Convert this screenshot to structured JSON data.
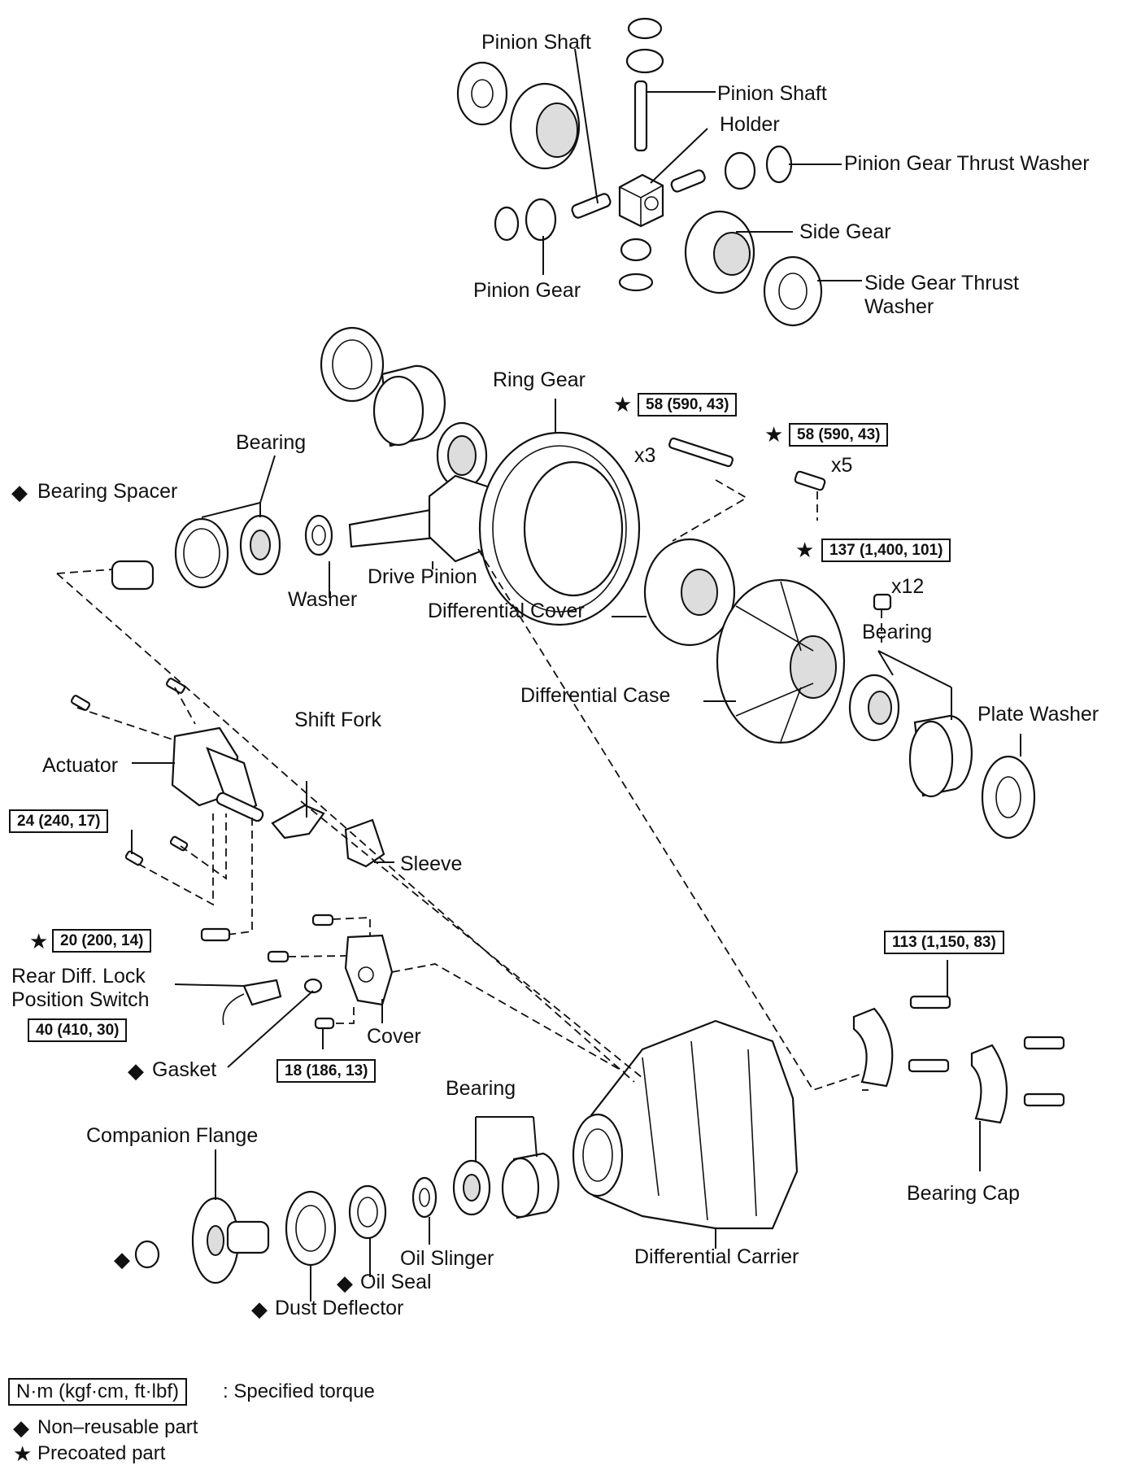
{
  "labels": {
    "pinion_shaft_top": "Pinion Shaft",
    "pinion_shaft_right": "Pinion Shaft",
    "holder": "Holder",
    "pinion_gear_thrust_washer": "Pinion Gear Thrust Washer",
    "side_gear": "Side Gear",
    "side_gear_thrust_washer": "Side Gear Thrust\nWasher",
    "pinion_gear": "Pinion Gear",
    "ring_gear": "Ring Gear",
    "bearing_top": "Bearing",
    "bearing_spacer": "Bearing Spacer",
    "washer": "Washer",
    "drive_pinion": "Drive Pinion",
    "differential_cover": "Differential Cover",
    "bearing_right": "Bearing",
    "differential_case": "Differential Case",
    "plate_washer": "Plate Washer",
    "shift_fork": "Shift Fork",
    "actuator": "Actuator",
    "sleeve": "Sleeve",
    "rear_diff_lock_switch": "Rear Diff. Lock\nPosition Switch",
    "cover": "Cover",
    "gasket": "Gasket",
    "bearing_bottom": "Bearing",
    "companion_flange": "Companion Flange",
    "oil_slinger": "Oil Slinger",
    "oil_seal": "Oil Seal",
    "dust_deflector": "Dust Deflector",
    "differential_carrier": "Differential Carrier",
    "bearing_cap": "Bearing Cap"
  },
  "torques": {
    "ring_gear_bolt_a": "58 (590, 43)",
    "ring_gear_bolt_b": "58 (590, 43)",
    "case_bolt": "137 (1,400, 101)",
    "actuator_bolt": "24 (240, 17)",
    "shift_fork_bolt": "20 (200, 14)",
    "switch": "40 (410, 30)",
    "cover_bolt": "18 (186, 13)",
    "bearing_cap_bolt": "113 (1,150, 83)"
  },
  "quantities": {
    "x3": "x3",
    "x5": "x5",
    "x12": "x12"
  },
  "markers": {
    "star": "★",
    "diamond": "◆"
  },
  "legend": {
    "torque_box": "N·m (kgf·cm, ft·lbf)",
    "torque_text": ": Specified torque",
    "non_reusable": "Non–reusable part",
    "precoated": "Precoated part"
  }
}
